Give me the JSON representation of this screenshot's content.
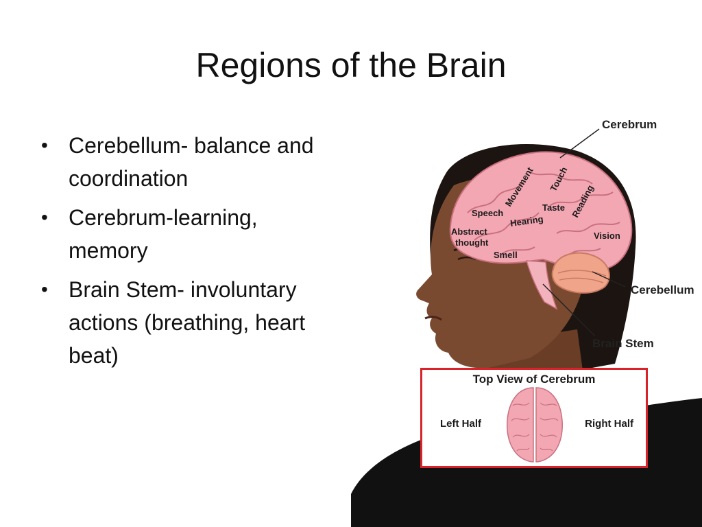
{
  "slide": {
    "title": "Regions of the Brain",
    "bullets": [
      "Cerebellum- balance and coordination",
      "Cerebrum-learning, memory",
      "Brain Stem- involuntary actions (breathing, heart beat)"
    ]
  },
  "figure": {
    "callouts": {
      "cerebrum": "Cerebrum",
      "cerebellum": "Cerebellum",
      "brain_stem": "Brain Stem"
    },
    "regions": {
      "speech": "Speech",
      "movement": "Movement",
      "touch": "Touch",
      "reading": "Reading",
      "taste": "Taste",
      "hearing": "Hearing",
      "abstract": "Abstract",
      "thought": "thought",
      "smell": "Smell",
      "vision": "Vision"
    },
    "inset": {
      "title": "Top View of Cerebrum",
      "left": "Left Half",
      "right": "Right Half"
    }
  },
  "colors": {
    "brain": "#f2a7b3",
    "inset_border": "#d8232a",
    "skin": "#7a4a30"
  }
}
